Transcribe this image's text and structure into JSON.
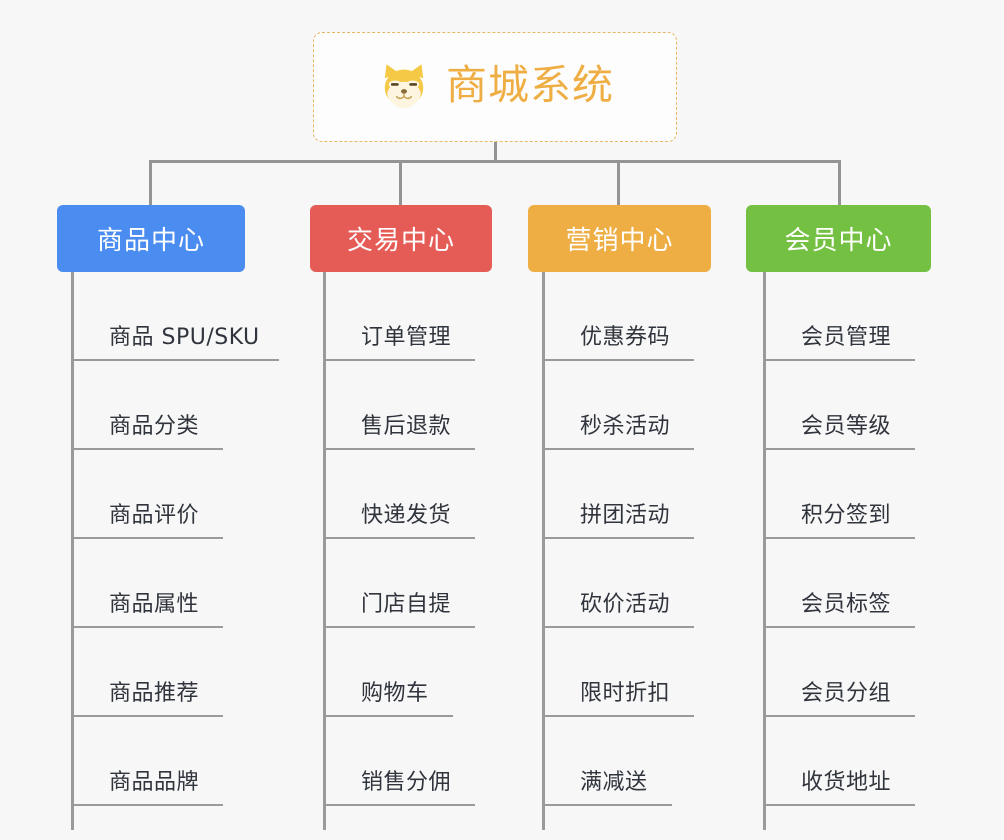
{
  "diagram": {
    "title": "商城系统",
    "root": {
      "label": "商城系统",
      "icon": "shiba-dog-face-icon",
      "text_color": "#eeae44",
      "border_color": "#e8b765",
      "background": "#fdfdfd"
    },
    "canvas_background": "#f7f7f7",
    "connector_color": "#949494",
    "branches": [
      {
        "label": "商品中心",
        "color": "#4a8cf0",
        "items": [
          "商品 SPU/SKU",
          "商品分类",
          "商品评价",
          "商品属性",
          "商品推荐",
          "商品品牌"
        ]
      },
      {
        "label": "交易中心",
        "color": "#e55c57",
        "items": [
          "订单管理",
          "售后退款",
          "快递发货",
          "门店自提",
          "购物车",
          "销售分佣"
        ]
      },
      {
        "label": "营销中心",
        "color": "#eeae44",
        "items": [
          "优惠券码",
          "秒杀活动",
          "拼团活动",
          "砍价活动",
          "限时折扣",
          "满减送"
        ]
      },
      {
        "label": "会员中心",
        "color": "#74c043",
        "items": [
          "会员管理",
          "会员等级",
          "积分签到",
          "会员标签",
          "会员分组",
          "收货地址"
        ]
      }
    ]
  }
}
